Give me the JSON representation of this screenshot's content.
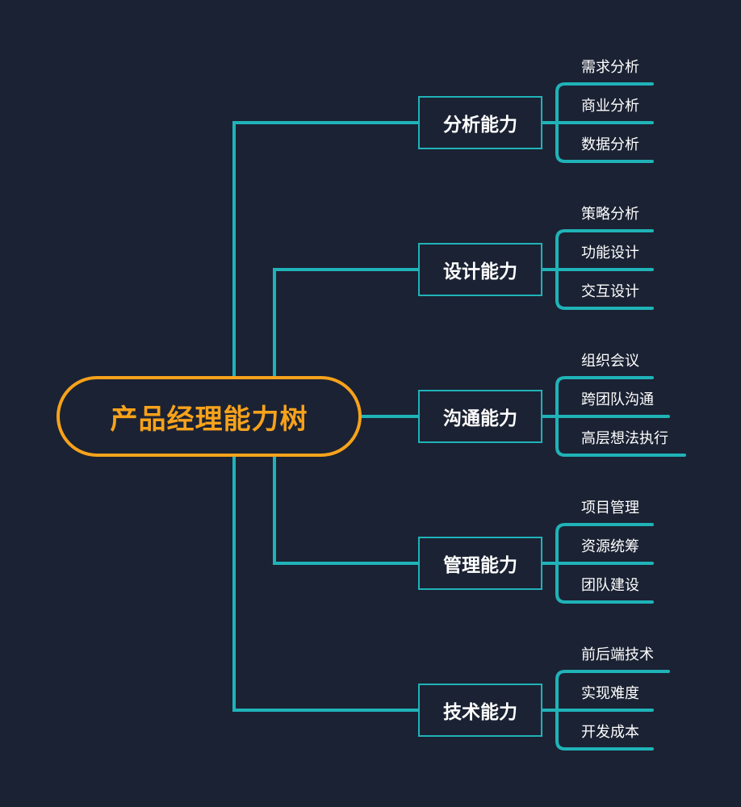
{
  "root": {
    "label": "产品经理能力树",
    "color": "#f7a21b"
  },
  "line_color": "#1fb3b8",
  "background": "#1b2233",
  "branches": [
    {
      "label": "分析能力",
      "leaves": [
        "需求分析",
        "商业分析",
        "数据分析"
      ]
    },
    {
      "label": "设计能力",
      "leaves": [
        "策略分析",
        "功能设计",
        "交互设计"
      ]
    },
    {
      "label": "沟通能力",
      "leaves": [
        "组织会议",
        "跨团队沟通",
        "高层想法执行"
      ]
    },
    {
      "label": "管理能力",
      "leaves": [
        "项目管理",
        "资源统筹",
        "团队建设"
      ]
    },
    {
      "label": "技术能力",
      "leaves": [
        "前后端技术",
        "实现难度",
        "开发成本"
      ]
    }
  ]
}
